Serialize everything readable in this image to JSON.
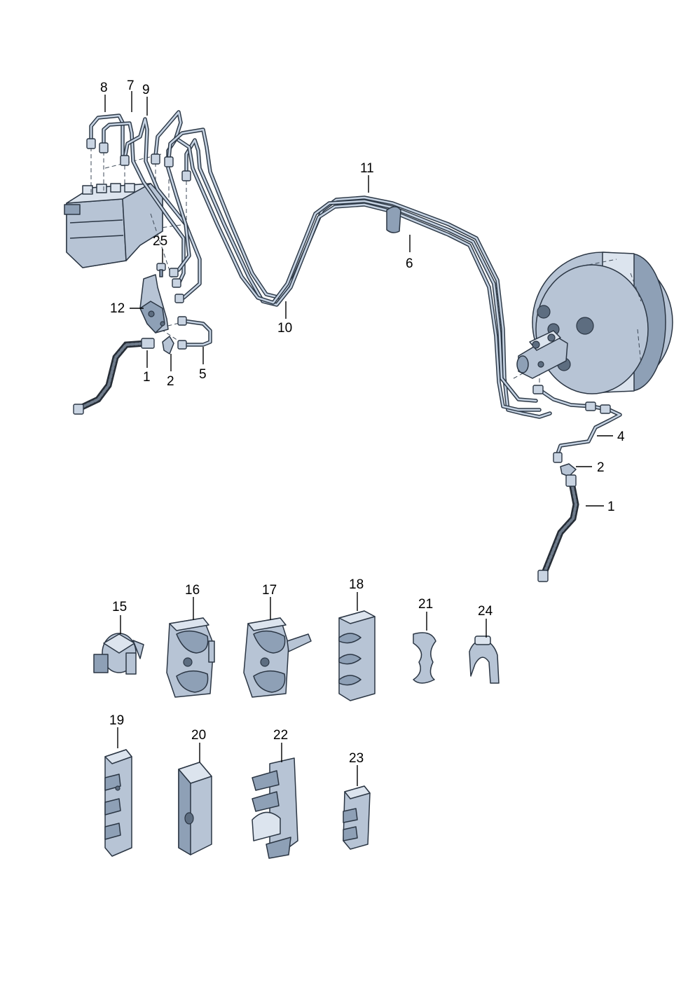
{
  "callouts": {
    "c8": "8",
    "c7": "7",
    "c9": "9",
    "c25": "25",
    "c12": "12",
    "c1_left": "1",
    "c2_left": "2",
    "c5": "5",
    "c11": "11",
    "c6": "6",
    "c10": "10",
    "c4": "4",
    "c2_right": "2",
    "c1_right": "1",
    "c15": "15",
    "c16": "16",
    "c17": "17",
    "c18": "18",
    "c21": "21",
    "c24": "24",
    "c19": "19",
    "c20": "20",
    "c22": "22",
    "c23": "23"
  },
  "colors": {
    "part_fill": "#b7c4d5",
    "part_shade": "#8ea0b6",
    "outline": "#2b3644",
    "background": "#ffffff"
  }
}
